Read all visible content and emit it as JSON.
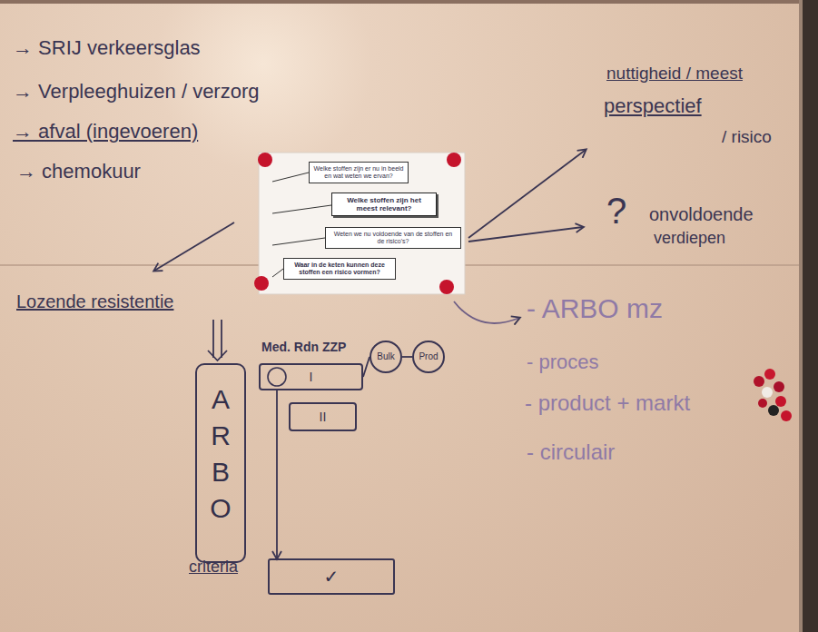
{
  "diagram": {
    "nodes": [
      {
        "text": [
          "Welke stoffen zijn er nu in beeld en wat weten we ervan?"
        ]
      },
      {
        "text": [
          "Welke stoffen zijn het meest relevant?"
        ]
      },
      {
        "text": [
          "Weten we nu voldoende van de stoffen en de risico's?"
        ]
      },
      {
        "text": [
          "Waar in de keten kunnen deze stoffen een risico vormen?"
        ]
      },
      {
        "text": [
          "A R B O"
        ]
      },
      {
        "text": [
          "I"
        ]
      },
      {
        "text": [
          "II"
        ]
      },
      {
        "text": [
          "Bulk"
        ]
      },
      {
        "text": [
          "Prod"
        ]
      },
      {
        "text": [
          "✓"
        ]
      }
    ],
    "edges": [
      {
        "from": 5,
        "to": 7,
        "arrow": "none"
      },
      {
        "from": 7,
        "to": 8,
        "arrow": "none"
      },
      {
        "from": 5,
        "to": 9,
        "arrow": "to"
      }
    ],
    "labels": [
      "→ SRIJ verkeersglas",
      "→ Verpleeghuizen / verzorg",
      "→ afval (ingevoeren)",
      "→ chemokuur",
      "nuttigheid / meest",
      "perspectief",
      "/ risico",
      "?",
      "onvoldoende",
      "verdiepen",
      "Lozende resistentie",
      "- ARBO mz",
      "- proces",
      "- product + markt",
      "- circulair",
      "Med. Rdn ZZP",
      "criteria"
    ]
  }
}
